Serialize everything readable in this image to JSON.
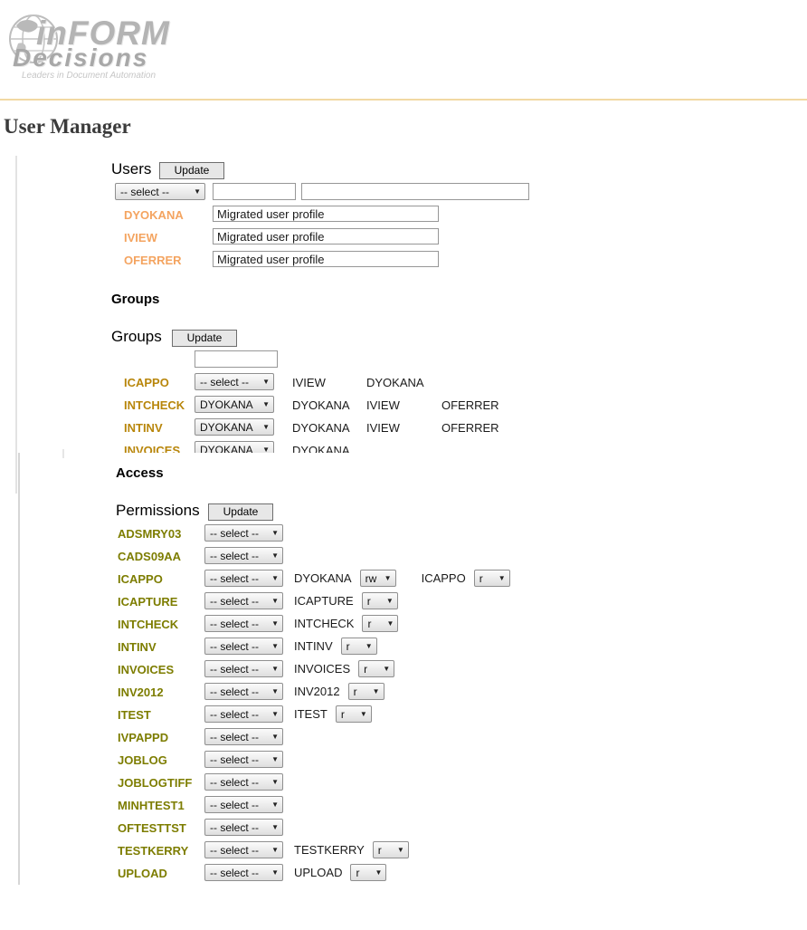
{
  "brand": {
    "name_top": "inFORM",
    "name_bottom": "Decisions",
    "tagline": "Leaders in Document Automation"
  },
  "page": {
    "title": "User Manager"
  },
  "users": {
    "title": "Users",
    "update_label": "Update",
    "select_value": "-- select --",
    "new_user_value": "",
    "new_description_value": "",
    "rows": [
      {
        "name": "DYOKANA",
        "description": "Migrated user profile"
      },
      {
        "name": "IVIEW",
        "description": "Migrated user profile"
      },
      {
        "name": "OFERRER",
        "description": "Migrated user profile"
      }
    ]
  },
  "groups_heading": "Groups",
  "groups": {
    "title": "Groups",
    "update_label": "Update",
    "new_group_value": "",
    "rows": [
      {
        "name": "ICAPPO",
        "selected": "-- select --",
        "members": [
          "IVIEW",
          "DYOKANA"
        ]
      },
      {
        "name": "INTCHECK",
        "selected": "DYOKANA",
        "members": [
          "DYOKANA",
          "IVIEW",
          "OFERRER"
        ]
      },
      {
        "name": "INTINV",
        "selected": "DYOKANA",
        "members": [
          "DYOKANA",
          "IVIEW",
          "OFERRER"
        ]
      },
      {
        "name": "INVOICES",
        "selected": "DYOKANA",
        "members": [
          "DYOKANA"
        ]
      }
    ]
  },
  "access_heading": "Access",
  "permissions": {
    "title": "Permissions",
    "update_label": "Update",
    "select_value": "-- select --",
    "rows": [
      {
        "name": "ADSMRY03",
        "grants": []
      },
      {
        "name": "CADS09AA",
        "grants": []
      },
      {
        "name": "ICAPPO",
        "grants": [
          {
            "grantee": "DYOKANA",
            "level": "rw"
          },
          {
            "grantee": "ICAPPO",
            "level": "r"
          }
        ]
      },
      {
        "name": "ICAPTURE",
        "grants": [
          {
            "grantee": "ICAPTURE",
            "level": "r"
          }
        ]
      },
      {
        "name": "INTCHECK",
        "grants": [
          {
            "grantee": "INTCHECK",
            "level": "r"
          }
        ]
      },
      {
        "name": "INTINV",
        "grants": [
          {
            "grantee": "INTINV",
            "level": "r"
          }
        ]
      },
      {
        "name": "INVOICES",
        "grants": [
          {
            "grantee": "INVOICES",
            "level": "r"
          }
        ]
      },
      {
        "name": "INV2012",
        "grants": [
          {
            "grantee": "INV2012",
            "level": "r"
          }
        ]
      },
      {
        "name": "ITEST",
        "grants": [
          {
            "grantee": "ITEST",
            "level": "r"
          }
        ]
      },
      {
        "name": "IVPAPPD",
        "grants": []
      },
      {
        "name": "JOBLOG",
        "grants": []
      },
      {
        "name": "JOBLOGTIFF",
        "grants": []
      },
      {
        "name": "MINHTEST1",
        "grants": []
      },
      {
        "name": "OFTESTTST",
        "grants": []
      },
      {
        "name": "TESTKERRY",
        "grants": [
          {
            "grantee": "TESTKERRY",
            "level": "r"
          }
        ]
      },
      {
        "name": "UPLOAD",
        "grants": [
          {
            "grantee": "UPLOAD",
            "level": "r"
          }
        ]
      }
    ]
  },
  "colors": {
    "accent_rule": "#f2d9a2",
    "user_label": "#f4a460",
    "group_label": "#b8860b",
    "perm_label": "#7d7d00",
    "logo_gray": "#b4b4b4"
  }
}
